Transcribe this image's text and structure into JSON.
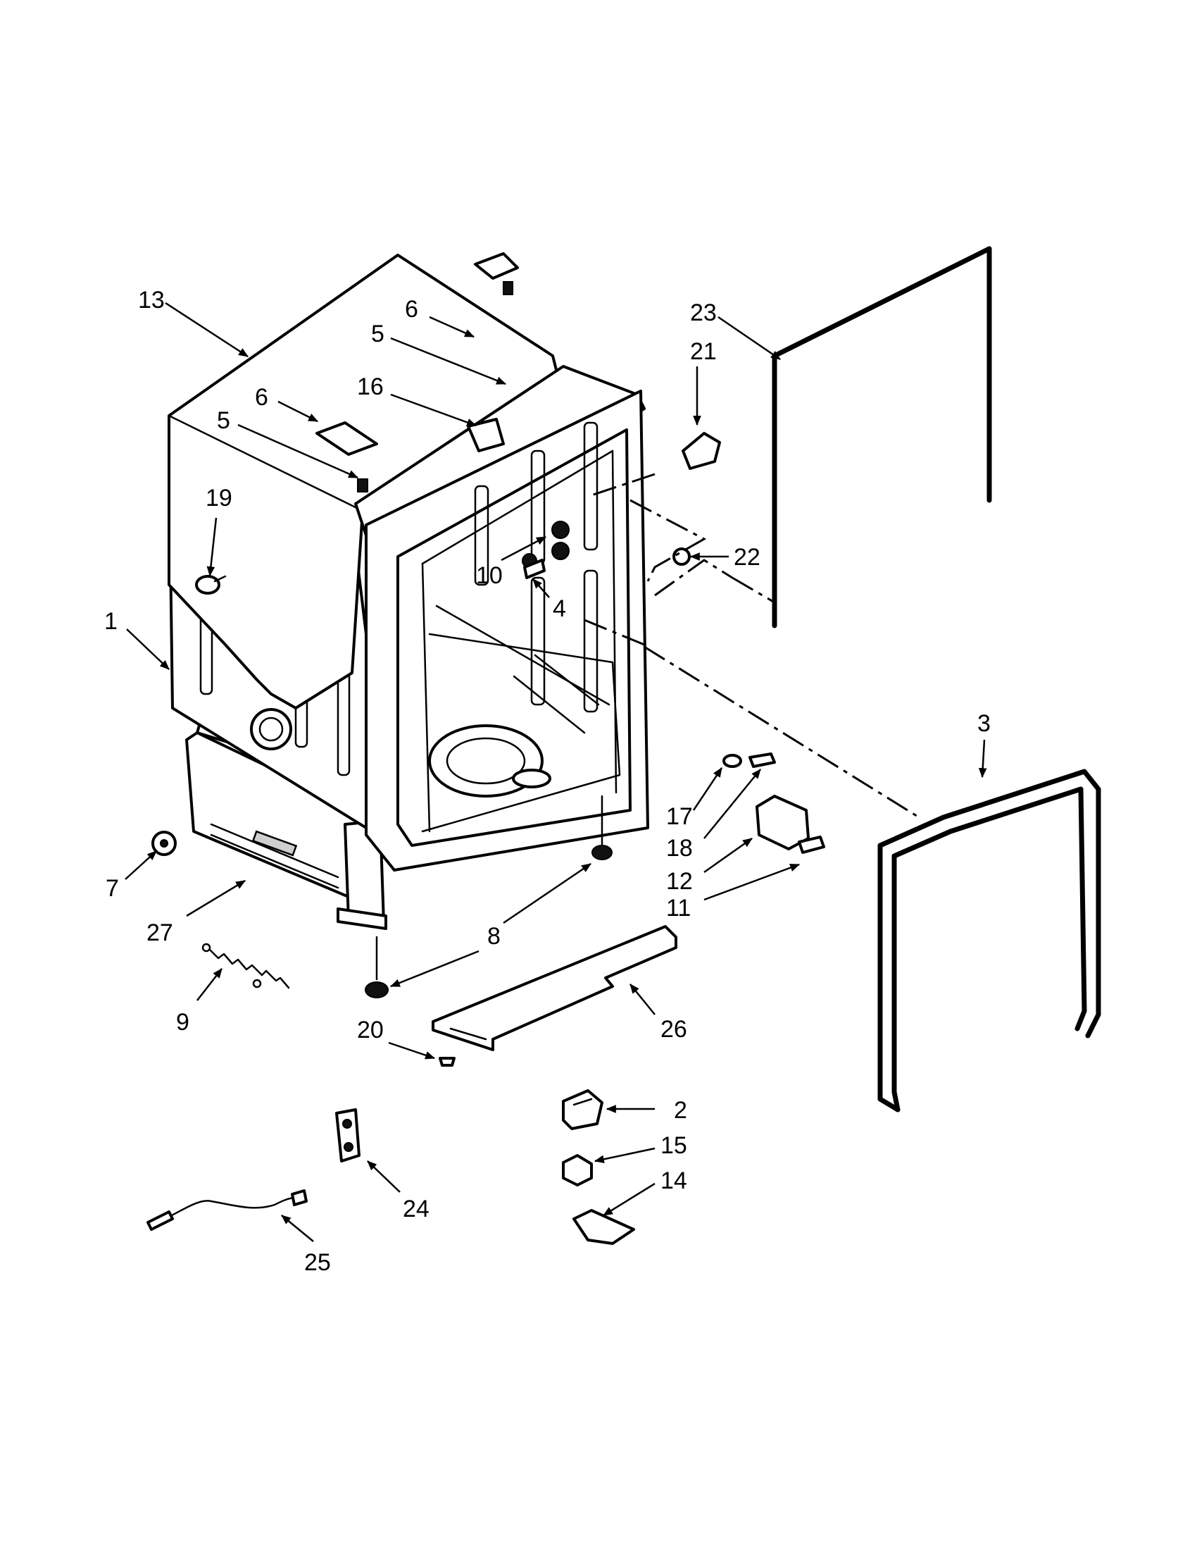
{
  "diagram": {
    "callouts": [
      {
        "id": "13",
        "label": "13"
      },
      {
        "id": "6a",
        "label": "6"
      },
      {
        "id": "5a",
        "label": "5"
      },
      {
        "id": "16",
        "label": "16"
      },
      {
        "id": "6b",
        "label": "6"
      },
      {
        "id": "5b",
        "label": "5"
      },
      {
        "id": "19",
        "label": "19"
      },
      {
        "id": "1",
        "label": "1"
      },
      {
        "id": "23",
        "label": "23"
      },
      {
        "id": "21",
        "label": "21"
      },
      {
        "id": "22",
        "label": "22"
      },
      {
        "id": "10",
        "label": "10"
      },
      {
        "id": "4",
        "label": "4"
      },
      {
        "id": "3",
        "label": "3"
      },
      {
        "id": "17",
        "label": "17"
      },
      {
        "id": "18",
        "label": "18"
      },
      {
        "id": "12",
        "label": "12"
      },
      {
        "id": "11",
        "label": "11"
      },
      {
        "id": "7",
        "label": "7"
      },
      {
        "id": "27",
        "label": "27"
      },
      {
        "id": "8",
        "label": "8"
      },
      {
        "id": "9",
        "label": "9"
      },
      {
        "id": "26",
        "label": "26"
      },
      {
        "id": "20",
        "label": "20"
      },
      {
        "id": "2",
        "label": "2"
      },
      {
        "id": "15",
        "label": "15"
      },
      {
        "id": "14",
        "label": "14"
      },
      {
        "id": "24",
        "label": "24"
      },
      {
        "id": "25",
        "label": "25"
      }
    ]
  }
}
